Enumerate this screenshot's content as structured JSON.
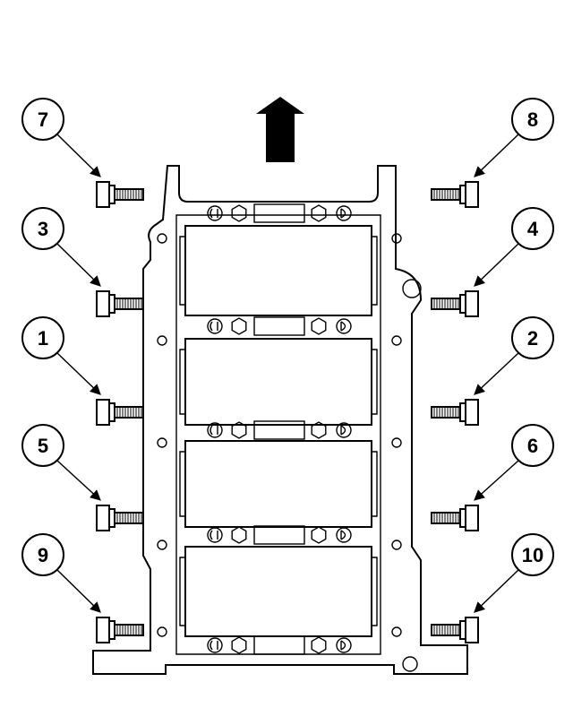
{
  "diagram": {
    "callouts": [
      {
        "id": "7",
        "label": "7",
        "side": "left"
      },
      {
        "id": "3",
        "label": "3",
        "side": "left"
      },
      {
        "id": "1",
        "label": "1",
        "side": "left"
      },
      {
        "id": "5",
        "label": "5",
        "side": "left"
      },
      {
        "id": "9",
        "label": "9",
        "side": "left"
      },
      {
        "id": "8",
        "label": "8",
        "side": "right"
      },
      {
        "id": "4",
        "label": "4",
        "side": "right"
      },
      {
        "id": "2",
        "label": "2",
        "side": "right"
      },
      {
        "id": "6",
        "label": "6",
        "side": "right"
      },
      {
        "id": "10",
        "label": "10",
        "side": "right"
      }
    ],
    "direction_arrow": "up-arrow-icon"
  }
}
